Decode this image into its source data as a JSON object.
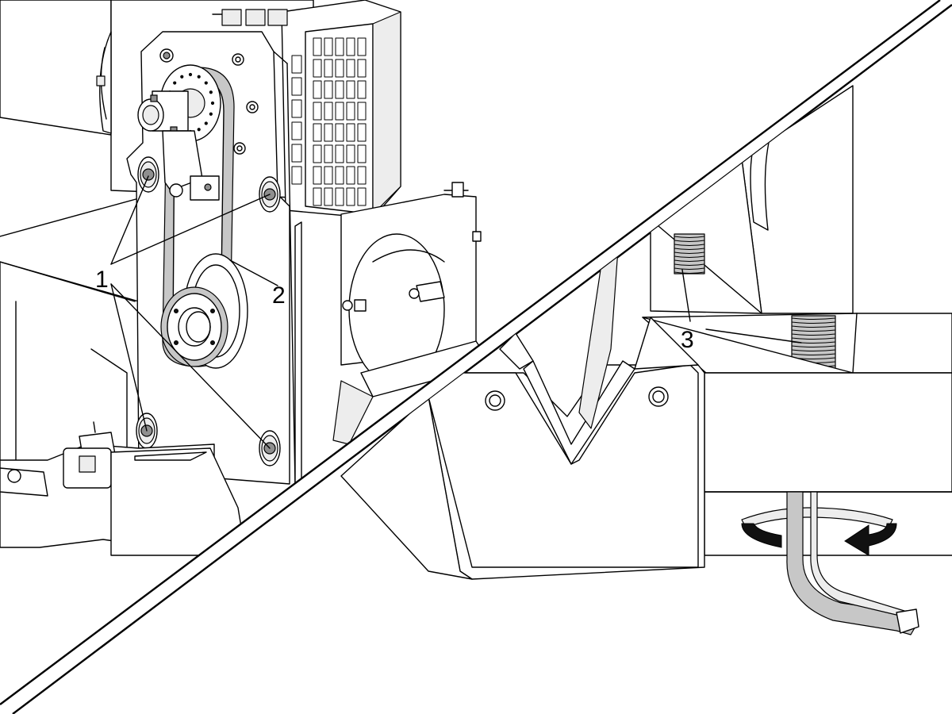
{
  "callouts": [
    {
      "id": "1",
      "label": "1"
    },
    {
      "id": "2",
      "label": "2"
    },
    {
      "id": "3",
      "label": "3"
    }
  ],
  "icons": [
    "rotation-arrow-icon",
    "allen-wrench-icon",
    "timing-belt",
    "pulley",
    "jack-screw"
  ],
  "colors": {
    "line": "#000000",
    "background": "#ffffff",
    "shade_light": "#ededed",
    "shade_mid": "#c7c7c7",
    "shade_dark": "#8f8f8f"
  }
}
